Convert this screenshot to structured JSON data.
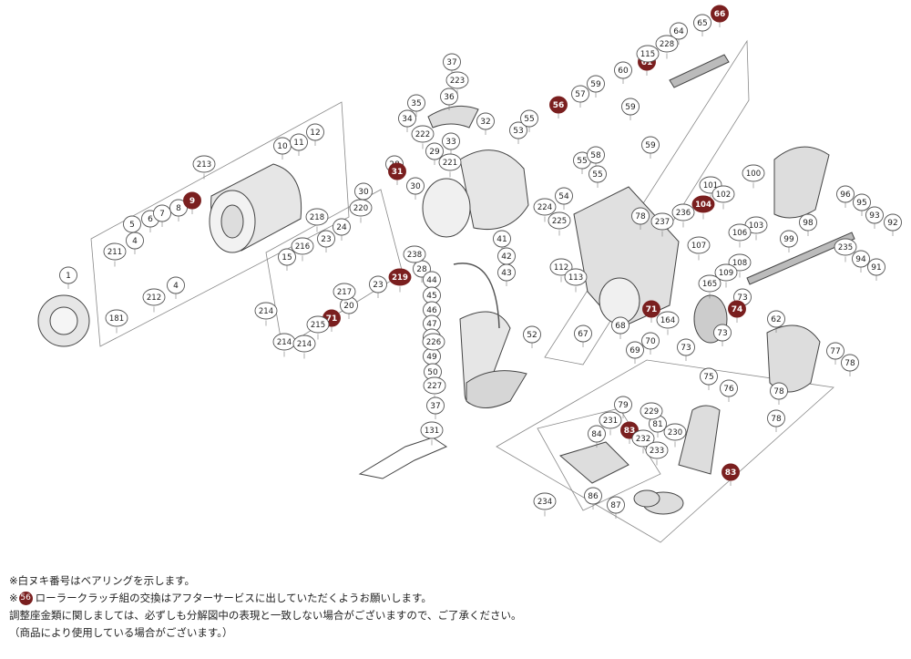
{
  "colors": {
    "bearing_fill": "#7a1f1f",
    "bearing_text": "#ffffff",
    "label_stroke": "#555555",
    "part_fill": "#e4e4e4",
    "part_stroke": "#444444",
    "group_stroke": "#777777"
  },
  "parts": [
    {
      "label": "1"
    },
    {
      "label": "4"
    },
    {
      "label": "4"
    },
    {
      "label": "5"
    },
    {
      "label": "6"
    },
    {
      "label": "7"
    },
    {
      "label": "8"
    },
    {
      "label": "9",
      "bearing": true
    },
    {
      "label": "10"
    },
    {
      "label": "11"
    },
    {
      "label": "12"
    },
    {
      "label": "15"
    },
    {
      "label": "20"
    },
    {
      "label": "23"
    },
    {
      "label": "23"
    },
    {
      "label": "24"
    },
    {
      "label": "28"
    },
    {
      "label": "28"
    },
    {
      "label": "29"
    },
    {
      "label": "30"
    },
    {
      "label": "30"
    },
    {
      "label": "31",
      "bearing": true
    },
    {
      "label": "32"
    },
    {
      "label": "33"
    },
    {
      "label": "34"
    },
    {
      "label": "35"
    },
    {
      "label": "36"
    },
    {
      "label": "37"
    },
    {
      "label": "37"
    },
    {
      "label": "41"
    },
    {
      "label": "42"
    },
    {
      "label": "43"
    },
    {
      "label": "44"
    },
    {
      "label": "45"
    },
    {
      "label": "46"
    },
    {
      "label": "47"
    },
    {
      "label": "48"
    },
    {
      "label": "49"
    },
    {
      "label": "50"
    },
    {
      "label": "52"
    },
    {
      "label": "53"
    },
    {
      "label": "54"
    },
    {
      "label": "55"
    },
    {
      "label": "55"
    },
    {
      "label": "55"
    },
    {
      "label": "56",
      "bearing": true
    },
    {
      "label": "57"
    },
    {
      "label": "58"
    },
    {
      "label": "59"
    },
    {
      "label": "59"
    },
    {
      "label": "59"
    },
    {
      "label": "60"
    },
    {
      "label": "61",
      "bearing": true
    },
    {
      "label": "62"
    },
    {
      "label": "64"
    },
    {
      "label": "65"
    },
    {
      "label": "66",
      "bearing": true
    },
    {
      "label": "67"
    },
    {
      "label": "68"
    },
    {
      "label": "69"
    },
    {
      "label": "70"
    },
    {
      "label": "71",
      "bearing": true
    },
    {
      "label": "71",
      "bearing": true
    },
    {
      "label": "73"
    },
    {
      "label": "73"
    },
    {
      "label": "73"
    },
    {
      "label": "74",
      "bearing": true
    },
    {
      "label": "75"
    },
    {
      "label": "76"
    },
    {
      "label": "77"
    },
    {
      "label": "78"
    },
    {
      "label": "78"
    },
    {
      "label": "78"
    },
    {
      "label": "78"
    },
    {
      "label": "79"
    },
    {
      "label": "81"
    },
    {
      "label": "83",
      "bearing": true
    },
    {
      "label": "83",
      "bearing": true
    },
    {
      "label": "84"
    },
    {
      "label": "86"
    },
    {
      "label": "87"
    },
    {
      "label": "91"
    },
    {
      "label": "92"
    },
    {
      "label": "93"
    },
    {
      "label": "94"
    },
    {
      "label": "95"
    },
    {
      "label": "96"
    },
    {
      "label": "98"
    },
    {
      "label": "99"
    },
    {
      "label": "100"
    },
    {
      "label": "101"
    },
    {
      "label": "102"
    },
    {
      "label": "103"
    },
    {
      "label": "104",
      "bearing": true
    },
    {
      "label": "106"
    },
    {
      "label": "107"
    },
    {
      "label": "108"
    },
    {
      "label": "109"
    },
    {
      "label": "112"
    },
    {
      "label": "113"
    },
    {
      "label": "115"
    },
    {
      "label": "131"
    },
    {
      "label": "164"
    },
    {
      "label": "165"
    },
    {
      "label": "181"
    },
    {
      "label": "211"
    },
    {
      "label": "212"
    },
    {
      "label": "213"
    },
    {
      "label": "214"
    },
    {
      "label": "214"
    },
    {
      "label": "214"
    },
    {
      "label": "215"
    },
    {
      "label": "216"
    },
    {
      "label": "217"
    },
    {
      "label": "218"
    },
    {
      "label": "219",
      "bearing": true
    },
    {
      "label": "220"
    },
    {
      "label": "221"
    },
    {
      "label": "222"
    },
    {
      "label": "223"
    },
    {
      "label": "224"
    },
    {
      "label": "225"
    },
    {
      "label": "226"
    },
    {
      "label": "227"
    },
    {
      "label": "228"
    },
    {
      "label": "229"
    },
    {
      "label": "230"
    },
    {
      "label": "231"
    },
    {
      "label": "232"
    },
    {
      "label": "233"
    },
    {
      "label": "234"
    },
    {
      "label": "235"
    },
    {
      "label": "236"
    },
    {
      "label": "237"
    },
    {
      "label": "238"
    }
  ],
  "notes": {
    "line1": "※白ヌキ番号はベアリングを示します。",
    "line2_prefix": "※",
    "line2_badge": "56",
    "line2_text": "ローラークラッチ組の交換はアフターサービスに出していただくようお願いします。",
    "line3": "調整座金類に関しましては、必ずしも分解図中の表現と一致しない場合がございますので、ご了承ください。",
    "line4": "（商品により使用している場合がございます。）"
  }
}
